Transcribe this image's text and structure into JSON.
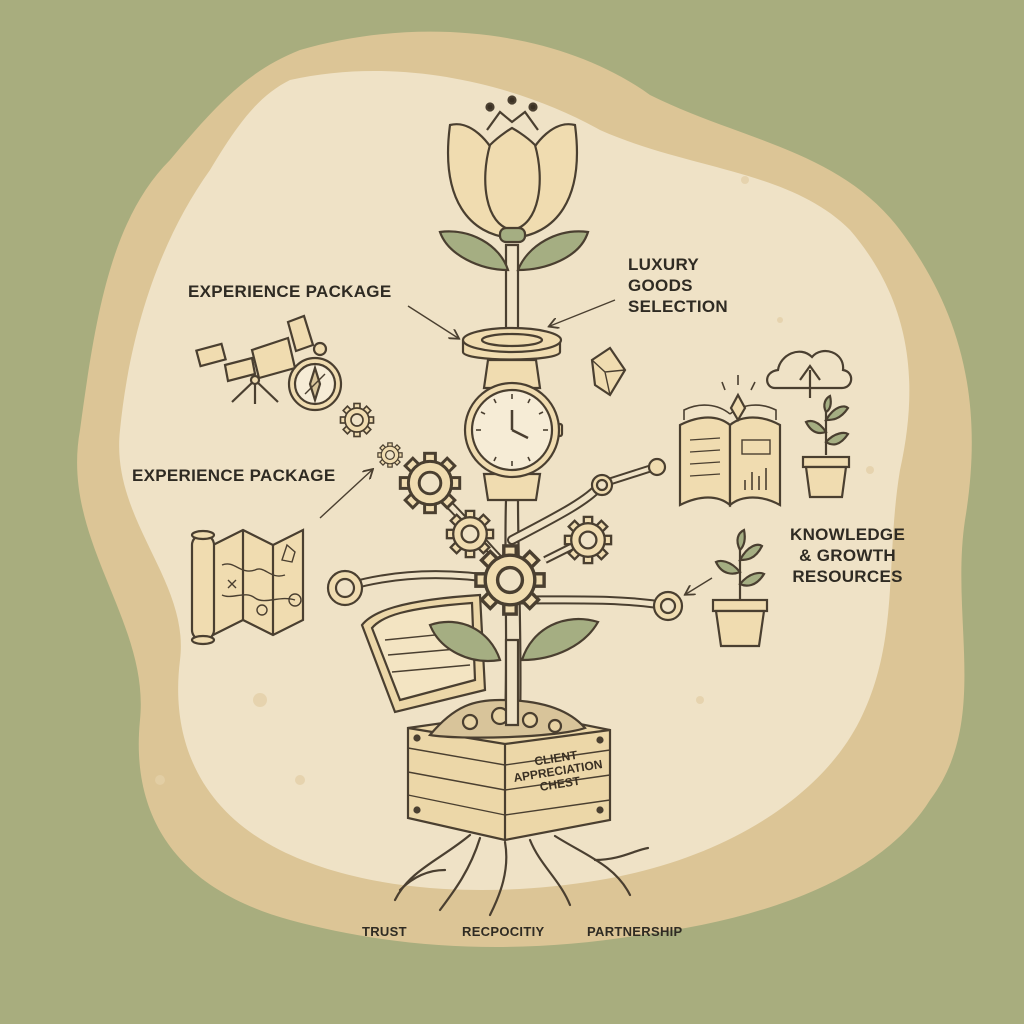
{
  "colors": {
    "background": "#a8ad7e",
    "blob_outer": "#dcc596",
    "blob_inner": "#efe2c6",
    "line": "#4a3f30",
    "fill_cream": "#f0dcb0",
    "leaf_green": "#a5ae82"
  },
  "labels": {
    "experience_top": "EXPERIENCE PACKAGE",
    "experience_mid": "EXPERIENCE PACKAGE",
    "luxury": [
      "LUXURY",
      "GOODS",
      "SELECTION"
    ],
    "knowledge": [
      "KNOWLEDGE",
      "& GROWTH",
      "RESOURCES"
    ],
    "chest": [
      "CLIENT",
      "APPRECIATION",
      "CHEST"
    ],
    "roots": [
      "TRUST",
      "RECPOCITIY",
      "PARTNERSHIP"
    ]
  },
  "icons": [
    "tulip-flower-icon",
    "watch-icon",
    "gear-icon",
    "telescope-icon",
    "compass-icon",
    "map-icon",
    "crystal-icon",
    "open-book-icon",
    "cloud-upload-icon",
    "potted-plant-icon",
    "treasure-chest-icon",
    "roots-icon"
  ]
}
